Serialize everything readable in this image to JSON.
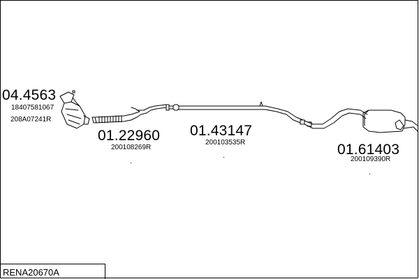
{
  "reference": "RENA20670A",
  "parts": [
    {
      "part_number": "04.4563",
      "oem_numbers": [
        "18407581067",
        "208A07241R"
      ],
      "icon": "catalytic-converter-icon"
    },
    {
      "part_number": "01.22960",
      "oem_numbers": [
        "200108269R"
      ],
      "icon": "front-pipe-icon"
    },
    {
      "part_number": "01.43147",
      "oem_numbers": [
        "200103535R"
      ],
      "icon": "middle-pipe-icon"
    },
    {
      "part_number": "01.61403",
      "oem_numbers": [
        "200109390R"
      ],
      "icon": "rear-silencer-icon"
    }
  ]
}
